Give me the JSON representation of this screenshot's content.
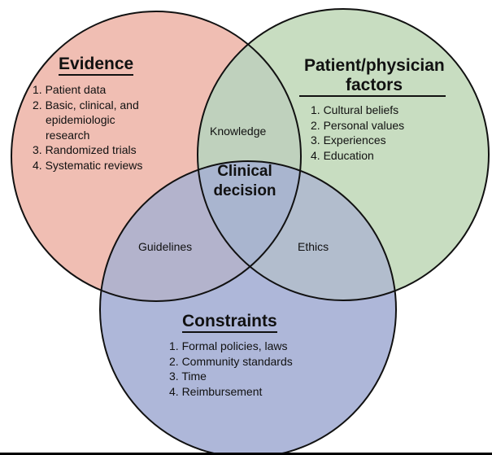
{
  "colors": {
    "evidence_fill": "#f0beb3",
    "patient_fill": "#c8ddc1",
    "constraints_fill": "#aeb7d9",
    "overlap_ep_fill": "#bfd1bd",
    "overlap_ec_fill": "#b3b3cc",
    "overlap_pc_fill": "#b2bdcd",
    "center_fill": "#a9b5cf",
    "stroke": "#111111"
  },
  "evidence": {
    "title": "Evidence",
    "items": [
      [
        "1. Patient data"
      ],
      [
        "2. Basic, clinical, and",
        "epidemiologic",
        "research"
      ],
      [
        "3. Randomized trials"
      ],
      [
        "4. Systematic reviews"
      ]
    ]
  },
  "patient": {
    "title_line1": "Patient/physician",
    "title_line2": "factors",
    "items": [
      "1. Cultural beliefs",
      "2. Personal values",
      "3. Experiences",
      "4. Education"
    ]
  },
  "constraints": {
    "title": "Constraints",
    "items": [
      "1. Formal policies, laws",
      "2. Community standards",
      "3. Time",
      "4. Reimbursement"
    ]
  },
  "overlaps": {
    "evidence_patient": "Knowledge",
    "evidence_constraints": "Guidelines",
    "patient_constraints": "Ethics"
  },
  "center": {
    "line1": "Clinical",
    "line2": "decision"
  }
}
